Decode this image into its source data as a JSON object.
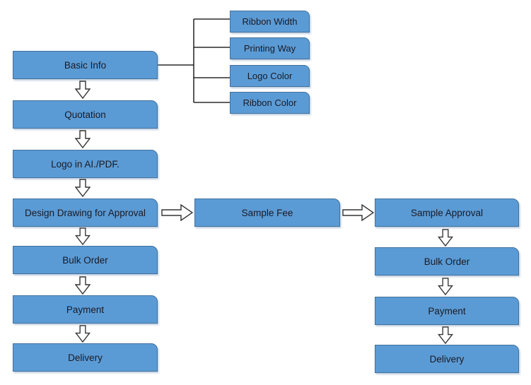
{
  "colors": {
    "node_fill": "#5b9bd5",
    "node_border": "#41719c",
    "node_text": "#1a1a24",
    "connector_line": "#000000",
    "arrow_fill": "#ffffff",
    "arrow_outline": "#333333",
    "background": "#ffffff"
  },
  "nodes": {
    "left": [
      "Basic Info",
      "Quotation",
      "Logo in AI./PDF.",
      "Design Drawing for Approval",
      "Bulk Order",
      "Payment",
      "Delivery"
    ],
    "details": [
      "Ribbon Width",
      "Printing Way",
      "Logo Color",
      "Ribbon Color"
    ],
    "middle": [
      "Sample Fee"
    ],
    "right": [
      "Sample Approval",
      "Bulk Order",
      "Payment",
      "Delivery"
    ]
  }
}
